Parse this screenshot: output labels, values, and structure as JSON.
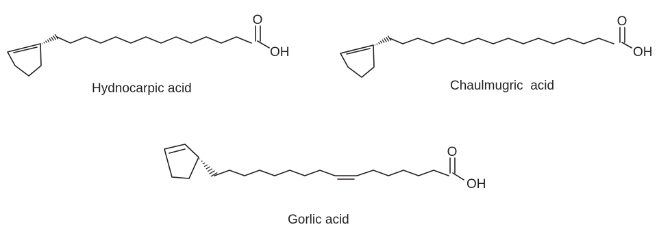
{
  "compounds": [
    {
      "name": "Hydnocarpic acid",
      "atoms": {
        "oxygen": "O",
        "hydroxyl": "OH"
      }
    },
    {
      "name": "Chaulmugric  acid",
      "atoms": {
        "oxygen": "O",
        "hydroxyl": "OH"
      }
    },
    {
      "name": "Gorlic acid",
      "atoms": {
        "oxygen": "O",
        "hydroxyl": "OH"
      }
    }
  ],
  "colors": {
    "ink": "#231f20",
    "background": "#ffffff"
  }
}
